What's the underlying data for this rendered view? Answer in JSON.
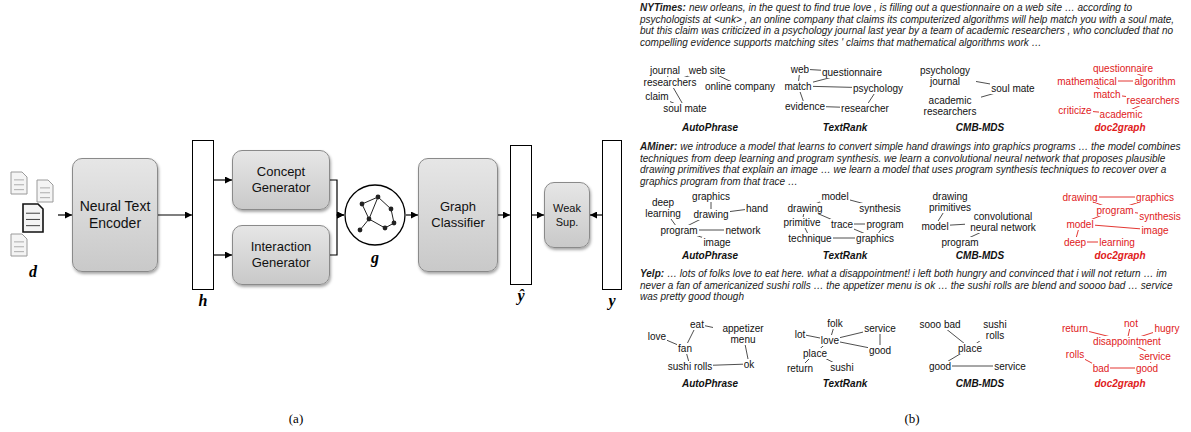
{
  "diagram": {
    "nodes": [
      {
        "text": [
          "d"
        ]
      },
      {
        "text": [
          "Neural Text Encoder"
        ]
      },
      {
        "text": [
          "h"
        ]
      },
      {
        "text": [
          "Concept Generator"
        ]
      },
      {
        "text": [
          "Interaction Generator"
        ]
      },
      {
        "text": [
          "g"
        ]
      },
      {
        "text": [
          "Graph Classifier"
        ]
      },
      {
        "text": [
          "ŷ"
        ]
      },
      {
        "text": [
          "Weak Sup."
        ]
      },
      {
        "text": [
          "y"
        ]
      }
    ],
    "edges": [
      {
        "from": 0,
        "to": 1,
        "arrow": "to"
      },
      {
        "from": 1,
        "to": 2,
        "arrow": "to"
      },
      {
        "from": 2,
        "to": 3,
        "arrow": "to"
      },
      {
        "from": 2,
        "to": 4,
        "arrow": "to"
      },
      {
        "from": 3,
        "to": 5,
        "arrow": "to"
      },
      {
        "from": 4,
        "to": 5,
        "arrow": "to"
      },
      {
        "from": 5,
        "to": 6,
        "arrow": "to"
      },
      {
        "from": 6,
        "to": 7,
        "arrow": "to"
      },
      {
        "from": 7,
        "to": 8,
        "arrow": "to"
      },
      {
        "from": 9,
        "to": 8,
        "arrow": "to"
      }
    ],
    "labels": [
      "(a)",
      "(b)",
      "NYTimes:",
      "new orleans, in the quest to find true love , is filling out a questionnaire on a web site … according to psychologists at <unk> , an online company that claims its computerized algorithms will help match you with a soul mate, but this claim was criticized in a psychology journal last year by a team of academic researchers , who concluded that no compelling evidence supports matching sites ' claims that mathematical algorithms work …",
      "journal",
      "web site",
      "researchers",
      "online company",
      "claim",
      "soul mate",
      "AutoPhrase",
      "web",
      "questionnaire",
      "match",
      "psychology",
      "evidence",
      "researcher",
      "TextRank",
      "psychology journal",
      "soul mate",
      "academic researchers",
      "CMB-MDS",
      "questionnaire",
      "mathematical",
      "algorithm",
      "match",
      "researchers",
      "criticize",
      "academic",
      "doc2graph",
      "AMiner:",
      "we introduce a model that learns to convert simple hand drawings into graphics programs … the model combines techniques from deep learning and program synthesis. we learn a convolutional neural network that proposes plausible drawing primitives that explain an image … we learn a model that uses program synthesis techniques to recover over a graphics program from that trace …",
      "deep learning",
      "graphics",
      "hand",
      "drawing",
      "program",
      "network",
      "image",
      "AutoPhrase",
      "model",
      "drawing",
      "synthesis",
      "primitive",
      "trace",
      "program",
      "technique",
      "graphics",
      "TextRank",
      "drawing primitives",
      "model",
      "convolutional neural network",
      "program",
      "CMB-MDS",
      "drawing",
      "graphics",
      "program",
      "synthesis",
      "model",
      "image",
      "deep",
      "learning",
      "doc2graph",
      "Yelp:",
      "… lots of folks love to eat here. what a disappointment! i left both hungry and convinced that i will not return … im never a fan of americanized sushi rolls … the appetizer menu is ok … the sushi rolls are blend and soooo bad … service was pretty good though",
      "eat",
      "appetizer menu",
      "love",
      "fan",
      "sushi rolls",
      "ok",
      "AutoPhrase",
      "folk",
      "lot",
      "service",
      "love",
      "place",
      "good",
      "sushi",
      "return",
      "TextRank",
      "sooo bad",
      "sushi rolls",
      "place",
      "good",
      "service",
      "CMB-MDS",
      "return",
      "not",
      "hugry",
      "disappointment",
      "rolls",
      "service",
      "bad",
      "good",
      "doc2graph"
    ]
  }
}
